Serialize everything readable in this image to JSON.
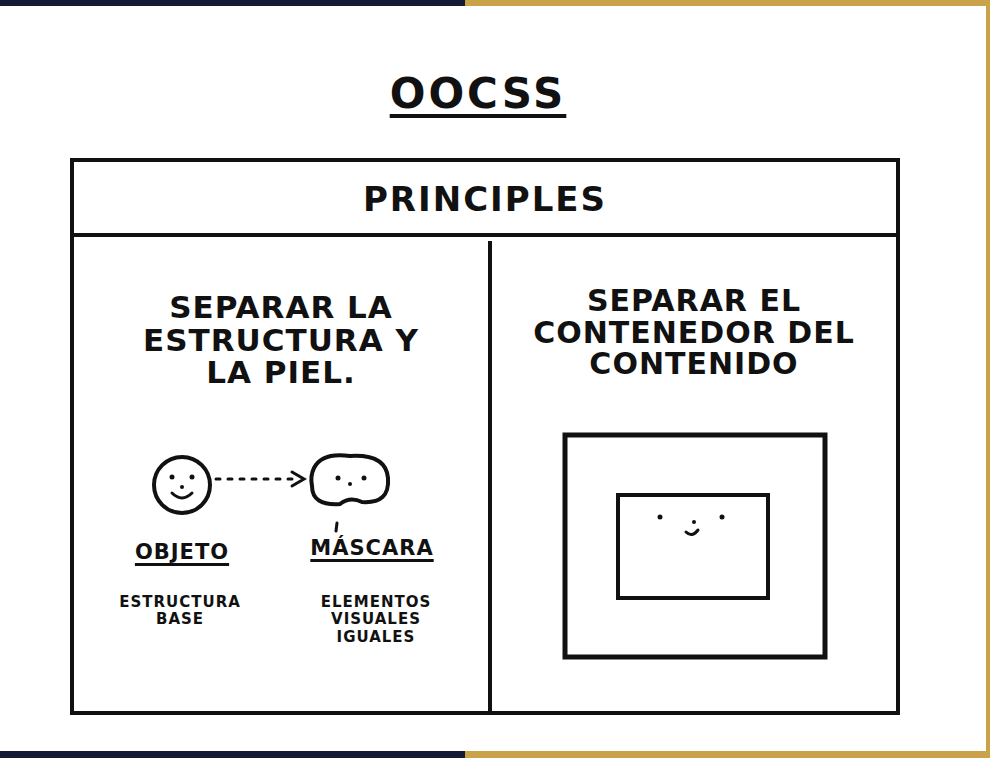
{
  "diagram": {
    "title": "OOCSS",
    "nodes": [
      {
        "text": [
          "PRINCIPLES"
        ]
      },
      {
        "text": [
          "SEPARAR LA ESTRUCTURA Y LA PIEL."
        ],
        "in": 0
      },
      {
        "text": [
          "SEPARAR EL CONTENEDOR DEL CONTENIDO"
        ],
        "in": 0
      }
    ],
    "labels": [
      "OBJETO",
      "ESTRUCTURA BASE",
      "MÁSCARA",
      "ELEMENTOS VISUALES IGUALES"
    ]
  }
}
